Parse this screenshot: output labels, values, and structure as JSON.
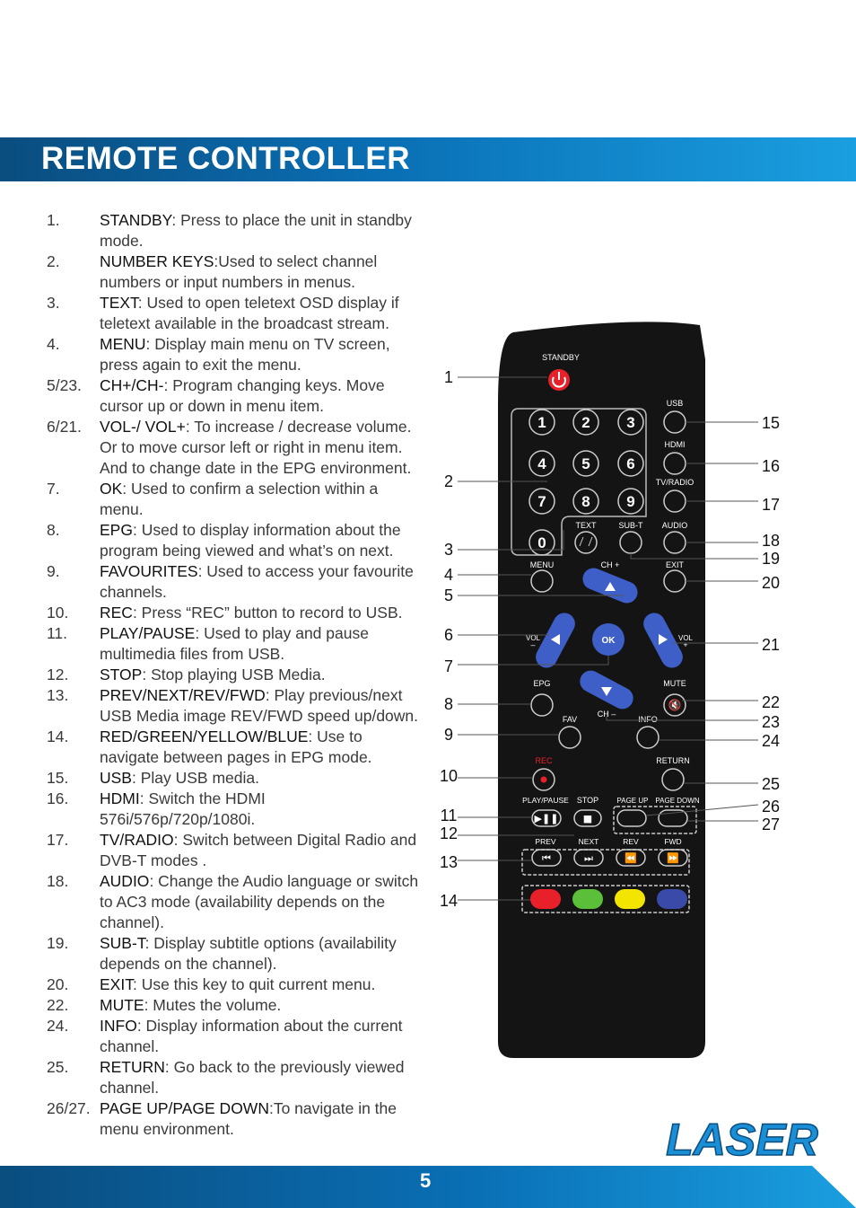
{
  "header": {
    "title": "REMOTE CONTROLLER"
  },
  "items": [
    {
      "num": "1.",
      "key": "STANDBY",
      "text": ":  Press to place the unit in standby mode."
    },
    {
      "num": "2.",
      "key": "NUMBER KEYS",
      "text": ":Used to select channel numbers or input numbers in menus."
    },
    {
      "num": "3.",
      "key": "TEXT",
      "text": ": Used to open teletext OSD display if teletext available in the broadcast stream."
    },
    {
      "num": "4.",
      "key": "MENU",
      "text": ": Display main menu on TV screen, press again to exit the menu."
    },
    {
      "num": "5/23.",
      "key": "CH+/CH-",
      "text": ": Program changing keys. Move cursor up or down in menu item."
    },
    {
      "num": "6/21.",
      "key": "VOL-/ VOL+",
      "text": ": To increase / decrease volume. Or to move cursor left or right in menu item. And to change date in the EPG environment."
    },
    {
      "num": "7.",
      "key": "OK",
      "text": ": Used to confirm a selection within a menu."
    },
    {
      "num": "8.",
      "key": "EPG",
      "text": ": Used to display information about the program being viewed and what’s on next."
    },
    {
      "num": "9.",
      "key": "FAVOURITES",
      "text": ": Used to access your favourite channels."
    },
    {
      "num": "10.",
      "key": "REC",
      "text": ": Press “REC” button to record to USB."
    },
    {
      "num": "11.",
      "key": "PLAY/PAUSE",
      "text": ": Used to play and pause multimedia files from USB."
    },
    {
      "num": "12.",
      "key": "STOP",
      "text": ": Stop playing USB Media."
    },
    {
      "num": "13.",
      "key": "PREV/NEXT/REV/FWD",
      "text": ": Play previous/next USB Media image REV/FWD  speed up/down."
    },
    {
      "num": "14.",
      "key": "RED/GREEN/YELLOW/BLUE",
      "text": ": Use to navigate between pages in EPG mode."
    },
    {
      "num": "15.",
      "key": "USB",
      "text": ": Play USB media."
    },
    {
      "num": "16.",
      "key": "HDMI",
      "text": ": Switch the HDMI 576i/576p/720p/1080i."
    },
    {
      "num": "17.",
      "key": "TV/RADIO",
      "text": ": Switch between Digital Radio and DVB-T modes ."
    },
    {
      "num": "18.",
      "key": "AUDIO",
      "text": ": Change the Audio language or switch to AC3 mode (availability depends on the channel)."
    },
    {
      "num": "19.",
      "key": "SUB-T",
      "text": ": Display subtitle options (availability depends on the channel)."
    },
    {
      "num": "20.",
      "key": "EXIT",
      "text": ": Use this key to quit current menu."
    },
    {
      "num": "22.",
      "key": "MUTE",
      "text": ": Mutes the volume."
    },
    {
      "num": "24.",
      "key": "INFO",
      "text": ": Display information about the current channel."
    },
    {
      "num": "25.",
      "key": "RETURN",
      "text": ": Go back to the previously viewed channel."
    },
    {
      "num": "26/27.",
      "key": "PAGE UP/PAGE DOWN",
      "text": ":To navigate in the menu environment."
    }
  ],
  "remote": {
    "labels": {
      "standby": "STANDBY",
      "usb": "USB",
      "hdmi": "HDMI",
      "tvradio": "TV/RADIO",
      "text": "TEXT",
      "subt": "SUB-T",
      "audio": "AUDIO",
      "menu": "MENU",
      "chplus": "CH +",
      "exit": "EXIT",
      "vol_l": "VOL",
      "vol_r": "VOL",
      "ok": "OK",
      "epg": "EPG",
      "mute": "MUTE",
      "chminus": "CH –",
      "fav": "FAV",
      "info": "INFO",
      "rec": "REC",
      "return": "RETURN",
      "playpause": "PLAY/PAUSE",
      "stop": "STOP",
      "pageup": "PAGE  UP",
      "pagedown": "PAGE  DOWN",
      "prev": "PREV",
      "next": "NEXT",
      "rev": "REV",
      "fwd": "FWD"
    },
    "digits": [
      "1",
      "2",
      "3",
      "4",
      "5",
      "6",
      "7",
      "8",
      "9",
      "0"
    ],
    "callouts_left": [
      "1",
      "2",
      "3",
      "4",
      "5",
      "6",
      "7",
      "8",
      "9",
      "10",
      "11",
      "12",
      "13",
      "14"
    ],
    "callouts_right": [
      "15",
      "16",
      "17",
      "18",
      "19",
      "20",
      "21",
      "22",
      "23",
      "24",
      "25",
      "26",
      "27"
    ]
  },
  "colors": {
    "red": "#e8202a",
    "green": "#5bbf3a",
    "yellow": "#f2e600",
    "blue": "#3a4aa8",
    "button_blue": "#3f5fc8"
  },
  "footer": {
    "page_number": "5"
  },
  "logo": {
    "text": "LASER"
  }
}
